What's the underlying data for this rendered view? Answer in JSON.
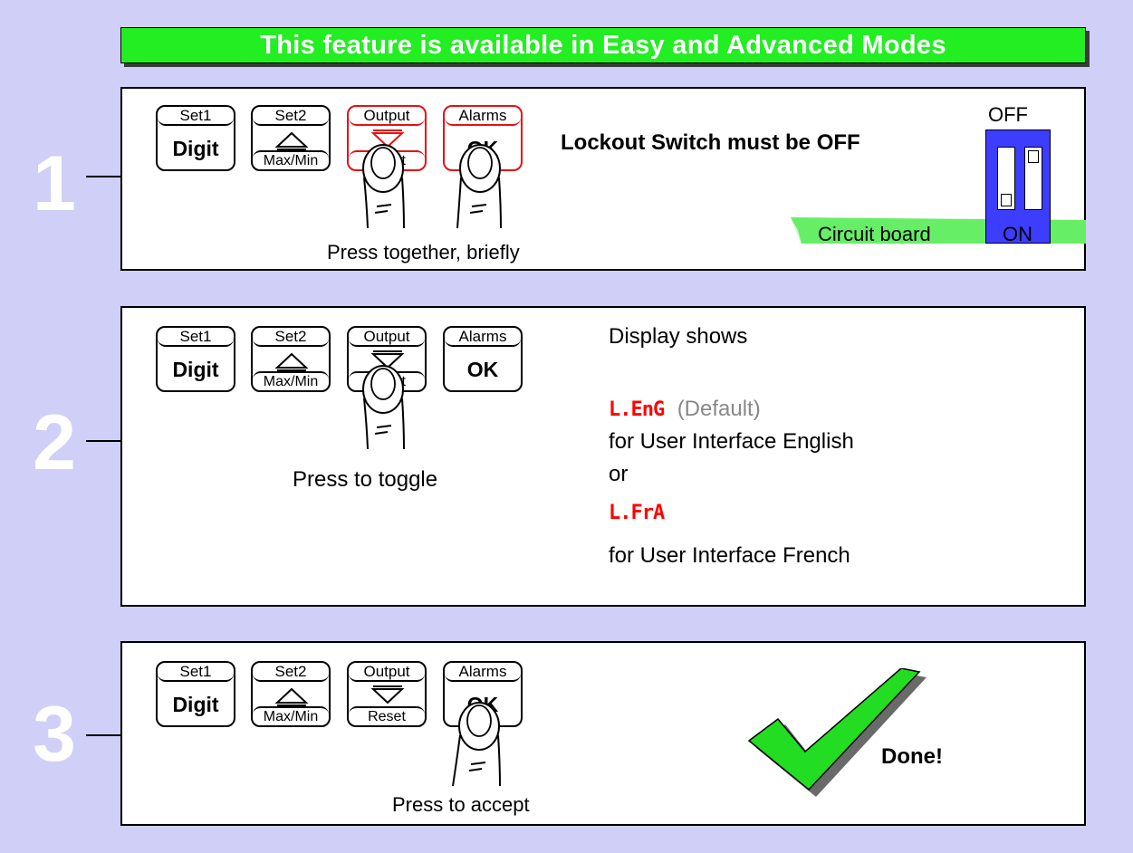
{
  "banner": "This feature is available in Easy and Advanced Modes",
  "keys": {
    "set1_top": "Set1",
    "set1_main": "Digit",
    "set2_top": "Set2",
    "set2_bottom": "Max/Min",
    "output_top": "Output",
    "output_bottom": "Reset",
    "alarms_top": "Alarms",
    "alarms_main": "OK"
  },
  "step1": {
    "number": "1",
    "caption": "Press together, briefly",
    "message": "Lockout Switch must be OFF",
    "switch_off": "OFF",
    "switch_on": "ON",
    "board_label": "Circuit board"
  },
  "step2": {
    "number": "2",
    "caption": "Press to toggle",
    "display_title": "Display shows",
    "option1_code": "L.EnG",
    "option1_note": "(Default)",
    "option1_desc": "for User Interface English",
    "or": "or",
    "option2_code": "L.FrA",
    "option2_desc": "for User Interface French"
  },
  "step3": {
    "number": "3",
    "caption": "Press to accept",
    "message": "Done!"
  },
  "colors": {
    "background": "#cfcff7",
    "banner": "#22ee22",
    "highlight": "#e81010",
    "board": "#66ee66",
    "switch": "#3d3dff",
    "check": "#22dd22"
  }
}
